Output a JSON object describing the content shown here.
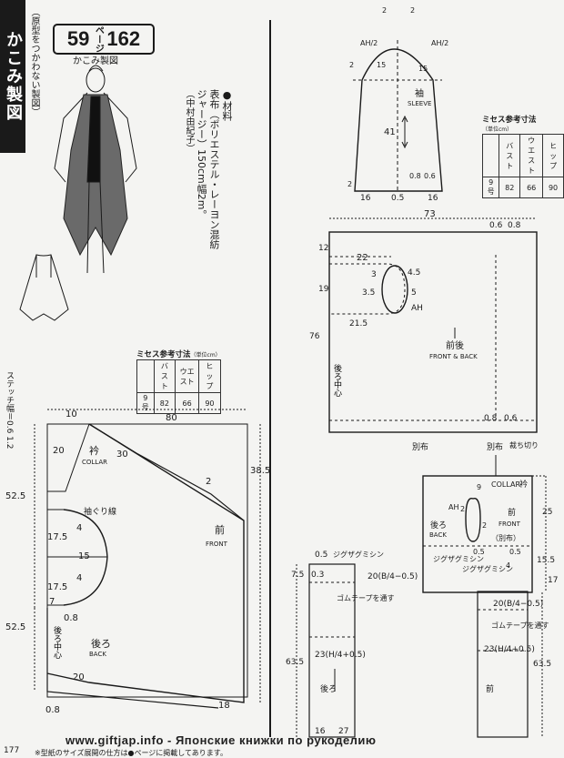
{
  "header": {
    "title": "かこみ製図",
    "subtitle": "（原型をつかわない製図）",
    "page_ref_left": "59",
    "page_ref_word": "ページ",
    "page_ref_right": "162",
    "page_ref_caption": "かこみ製図"
  },
  "materials": {
    "label": "●材料",
    "line1": "表布（ポリエステル・レーヨン混紡",
    "line2": "ジャージー）150cm幅2m。",
    "author": "（中村由紀子）"
  },
  "size_tables": [
    {
      "caption": "ミセス参考寸法",
      "unit": "（単位cm）",
      "headers": [
        "",
        "バスト",
        "ウエスト",
        "ヒップ"
      ],
      "row": [
        "9号",
        "82",
        "66",
        "90"
      ]
    },
    {
      "caption": "ミセス参考寸法",
      "unit": "（単位cm）",
      "headers": [
        "",
        "バスト",
        "ウエスト",
        "ヒップ"
      ],
      "row": [
        "9号",
        "82",
        "66",
        "90"
      ]
    }
  ],
  "stitch_label": "ステッチ幅＝0.6 1.2",
  "sleeve": {
    "name_jp": "袖",
    "name_en": "SLEEVE",
    "labels": [
      "AH/2",
      "2",
      "2",
      "AH/2",
      "2",
      "15",
      "15",
      "41",
      "0.8",
      "0.6",
      "16",
      "0.5",
      "16",
      "2"
    ]
  },
  "front_back_piece": {
    "name_jp": "前後",
    "name_en": "FRONT & BACK",
    "labels": [
      "73",
      "0.6",
      "0.8",
      "12",
      "22",
      "3",
      "4.5",
      "19",
      "3.5",
      "5",
      "AH",
      "21.5",
      "76",
      "後ろ中心",
      "0.8",
      "0.6"
    ]
  },
  "main_piece": {
    "collar_jp": "衿",
    "collar_en": "COLLAR",
    "front_jp": "前",
    "front_en": "FRONT",
    "back_jp": "後ろ",
    "back_en": "BACK",
    "armhole_line": "袖ぐり線",
    "cb_label": "後ろ中心",
    "labels": [
      "10",
      "80",
      "20",
      "30",
      "2",
      "38.5",
      "52.5",
      "17.5",
      "15",
      "4",
      "17.5",
      "4",
      "7",
      "0.8",
      "52.5",
      "20",
      "18",
      "0.8"
    ]
  },
  "collar_piece": {
    "separate": "別布",
    "cut_off": "裁ち切り",
    "collar_jp": "衿",
    "collar_en": "COLLAR",
    "front_jp": "前",
    "front_en": "FRONT",
    "back_jp": "後ろ",
    "back_en": "BACK",
    "ah": "AH",
    "separate2": "（別布）",
    "zigzag": "ジグザグミシン",
    "labels": [
      "9",
      "2",
      "2",
      "0.5",
      "0.5",
      "25",
      "15.5",
      "17",
      "4"
    ]
  },
  "pants_back": {
    "zigzag": "ジグザグミシン",
    "elastic": "ゴムテープを通す",
    "back": "後ろ",
    "labels": [
      "0.5",
      "7.5",
      "0.3",
      "20(B/4−0.5)",
      "23(H/4+0.5)",
      "63.5",
      "16",
      "27"
    ]
  },
  "pants_front": {
    "zigzag": "ジグザグミシン",
    "elastic": "ゴムテープを通す",
    "front": "前",
    "labels": [
      "20(B/4−0.5)",
      "23(H/4+0.5)",
      "63.5"
    ]
  },
  "footer": {
    "page": "177",
    "note": "※型紙のサイズ展開の仕方は●ページに掲載してあります。",
    "url": "www.giftjap.info - Японские книжки по рукоделию"
  }
}
